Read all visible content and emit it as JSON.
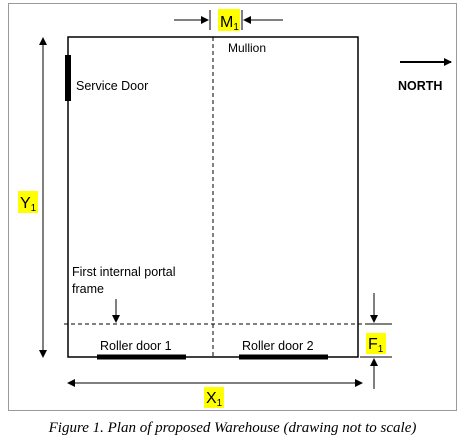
{
  "diagram": {
    "labels": {
      "mullion": "Mullion",
      "service_door": "Service Door",
      "north": "NORTH",
      "first_portal_line1": "First internal portal",
      "first_portal_line2": "frame",
      "roller_door_1": "Roller door 1",
      "roller_door_2": "Roller door 2"
    },
    "dimensions": {
      "m": {
        "base": "M",
        "sub": "1"
      },
      "y": {
        "base": "Y",
        "sub": "1"
      },
      "f": {
        "base": "F",
        "sub": "1"
      },
      "x": {
        "base": "X",
        "sub": "1"
      }
    },
    "colors": {
      "highlight": "#ffff00",
      "line": "#000000"
    }
  },
  "caption": "Figure 1. Plan of proposed Warehouse (drawing not to scale)"
}
